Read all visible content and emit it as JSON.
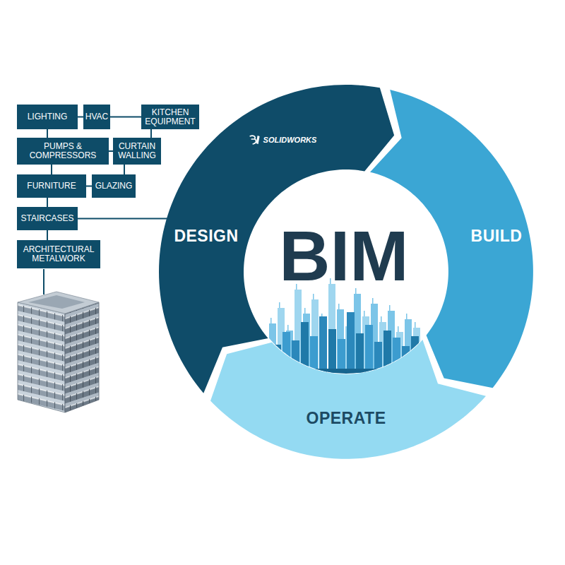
{
  "diagram": {
    "nodes": [
      {
        "text": [
          "LIGHTING"
        ]
      },
      {
        "text": [
          "HVAC"
        ]
      },
      {
        "text": [
          "KITCHEN EQUIPMENT"
        ]
      },
      {
        "text": [
          "PUMPS & COMPRESSORS"
        ]
      },
      {
        "text": [
          "CURTAIN WALLING"
        ]
      },
      {
        "text": [
          "FURNITURE"
        ]
      },
      {
        "text": [
          "GLAZING"
        ]
      },
      {
        "text": [
          "STAIRCASES"
        ]
      },
      {
        "text": [
          "ARCHITECTURAL METALWORK"
        ]
      },
      {
        "text": [
          "DESIGN"
        ]
      },
      {
        "text": [
          "BIM"
        ]
      },
      {
        "text": [
          "BUILD"
        ]
      },
      {
        "text": [
          "OPERATE"
        ]
      }
    ],
    "edges": [
      {
        "from": 0,
        "to": 1,
        "arrow": "none"
      },
      {
        "from": 1,
        "to": 2,
        "arrow": "none"
      },
      {
        "from": 0,
        "to": 3,
        "arrow": "none"
      },
      {
        "from": 3,
        "to": 4,
        "arrow": "none"
      },
      {
        "from": 2,
        "to": 4,
        "arrow": "none"
      },
      {
        "from": 3,
        "to": 5,
        "arrow": "none"
      },
      {
        "from": 5,
        "to": 6,
        "arrow": "none"
      },
      {
        "from": 4,
        "to": 6,
        "arrow": "none"
      },
      {
        "from": 5,
        "to": 7,
        "arrow": "none"
      },
      {
        "from": 7,
        "to": 8,
        "arrow": "none"
      },
      {
        "from": 7,
        "to": 9,
        "arrow": "none"
      }
    ],
    "labels": [
      "SOLIDWORKS"
    ]
  }
}
